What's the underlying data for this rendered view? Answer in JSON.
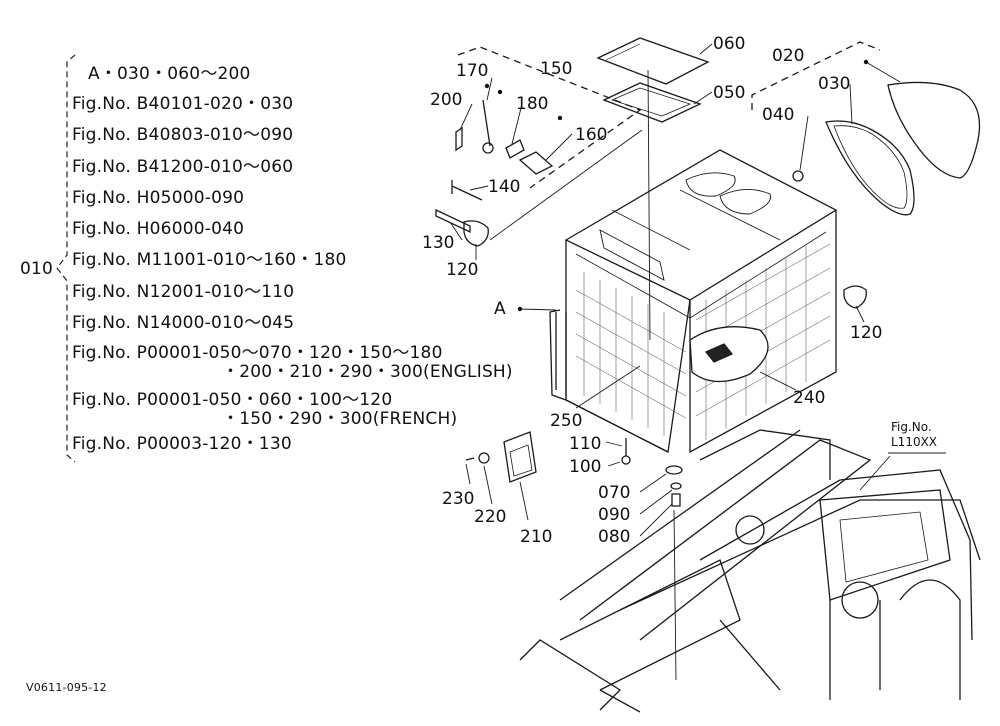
{
  "root_label": "010",
  "list_lines": [
    "A・030・060～200",
    "Fig.No.  B40101-020・030",
    "Fig.No.  B40803-010～090",
    "Fig.No.  B41200-010～060",
    "Fig.No.  H05000-090",
    "Fig.No.  H06000-040",
    "Fig.No.  M11001-010～160・180",
    "Fig.No.  N12001-010～110",
    "Fig.No.  N14000-010～045",
    "Fig.No.  P00001-050～070・120・150～180",
    "・200・210・290・300(ENGLISH)",
    "Fig.No.  P00001-050・060・100～120",
    "・150・290・300(FRENCH)",
    "Fig.No.  P00003-120・130"
  ],
  "callouts": {
    "c060": "060",
    "c050": "050",
    "c020": "020",
    "c030": "030",
    "c040": "040",
    "c150": "150",
    "c170": "170",
    "c180": "180",
    "c200": "200",
    "c160": "160",
    "c140": "140",
    "c130": "130",
    "c120a": "120",
    "c120b": "120",
    "cA": "A",
    "c240": "240",
    "c250": "250",
    "c110": "110",
    "c100": "100",
    "c070": "070",
    "c090": "090",
    "c080": "080",
    "c230": "230",
    "c220": "220",
    "c210": "210"
  },
  "fig_ref": {
    "line1": "Fig.No.",
    "line2": "L110XX"
  },
  "footer_code": "V0611-095-12"
}
